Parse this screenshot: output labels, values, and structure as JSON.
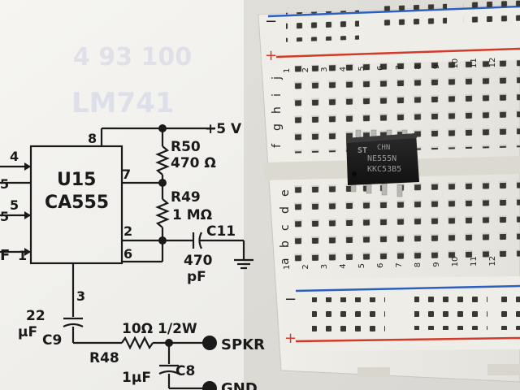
{
  "schematic": {
    "chip_id": "U15",
    "chip_part": "CA555",
    "pins": [
      "8",
      "7",
      "4",
      "5",
      "2",
      "6",
      "1",
      "3"
    ],
    "left_labels": [
      "5",
      "5",
      "F"
    ],
    "r50": {
      "name": "R50",
      "value": "470 Ω"
    },
    "r49": {
      "name": "R49",
      "value": "1 MΩ"
    },
    "c11": {
      "name": "C11",
      "value1": "470",
      "value2": "pF"
    },
    "c9": {
      "name": "C9",
      "value1": "22",
      "value2": "μF"
    },
    "r48": {
      "name": "R48",
      "value": "10Ω 1/2W"
    },
    "c8": {
      "name": "C8",
      "value": "1μF"
    },
    "supply": "+5 V",
    "spkr": "SPKR",
    "gnd": "GND",
    "faint_text_1": "4  93 100",
    "faint_text_2": "LM741"
  },
  "breadboard": {
    "row_letters_top": [
      "f",
      "g",
      "h",
      "i",
      "j"
    ],
    "row_letters_bottom": [
      "a",
      "b",
      "c",
      "d",
      "e"
    ],
    "col_numbers": [
      "1",
      "2",
      "3",
      "4",
      "5",
      "6",
      "7",
      "8",
      "9",
      "10",
      "11",
      "12"
    ],
    "rail_minus": "−",
    "rail_plus": "+"
  },
  "ic": {
    "line1": "CHN",
    "line2": "NE555N",
    "line3": "KKC53B5",
    "logo": "ST"
  },
  "colors": {
    "paper": "#f3f2ee",
    "board": "#ebe9e3",
    "rail_blue": "#2d5fc0",
    "rail_red": "#d23a2a",
    "ic_body": "#1d1d1d"
  }
}
